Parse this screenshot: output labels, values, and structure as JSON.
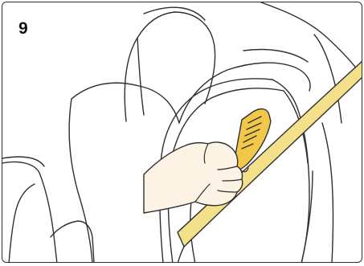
{
  "step": {
    "number": "9"
  },
  "colors": {
    "outline": "#2f2f2f",
    "belt_fill": "#f4df8a",
    "clip_fill": "#f2c84b",
    "skin_fill": "#fdf3e4",
    "background": "#ffffff"
  },
  "icons": [
    "car-seat-illustration",
    "seat-belt",
    "belt-clip",
    "hand"
  ]
}
